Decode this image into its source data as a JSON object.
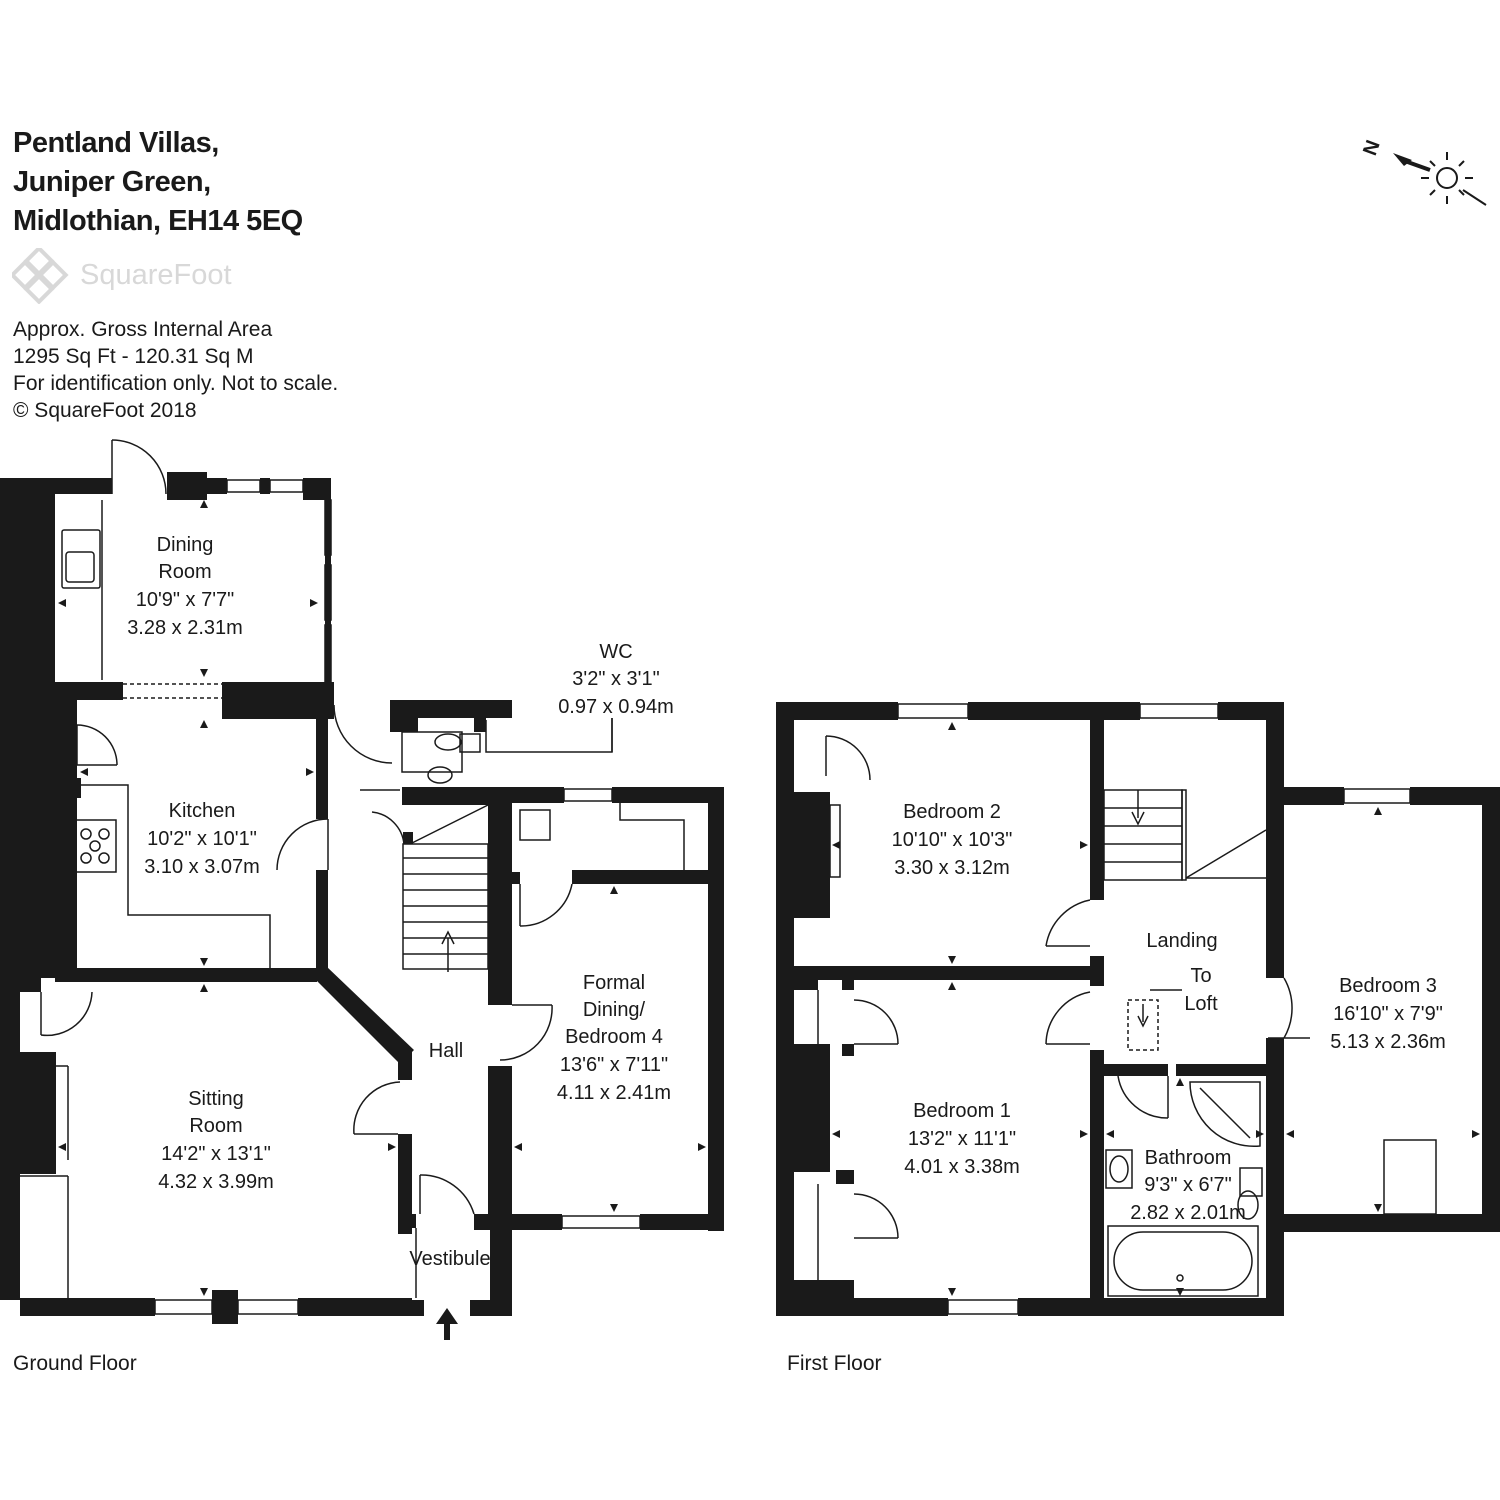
{
  "header": {
    "address_line1": "Pentland Villas,",
    "address_line2": "Juniper Green,",
    "address_line3": "Midlothian, EH14 5EQ"
  },
  "logo": {
    "text": "SquareFoot"
  },
  "info": {
    "line1": "Approx. Gross Internal Area",
    "line2": "1295 Sq Ft  -  120.31 Sq M",
    "line3": "For identification only. Not to scale.",
    "line4": "© SquareFoot 2018"
  },
  "compass": {
    "letter": "N"
  },
  "floors": {
    "ground": {
      "label": "Ground Floor"
    },
    "first": {
      "label": "First Floor"
    }
  },
  "rooms": {
    "dining": {
      "name1": "Dining",
      "name2": "Room",
      "imperial": "10'9\" x 7'7\"",
      "metric": "3.28 x 2.31m"
    },
    "kitchen": {
      "name": "Kitchen",
      "imperial": "10'2\" x 10'1\"",
      "metric": "3.10 x 3.07m"
    },
    "wc": {
      "name": "WC",
      "imperial": "3'2\" x 3'1\"",
      "metric": "0.97 x 0.94m"
    },
    "sitting": {
      "name1": "Sitting",
      "name2": "Room",
      "imperial": "14'2\" x 13'1\"",
      "metric": "4.32 x 3.99m"
    },
    "hall": {
      "name": "Hall"
    },
    "vestibule": {
      "name": "Vestibule"
    },
    "formal": {
      "name1": "Formal",
      "name2": "Dining/",
      "name3": "Bedroom 4",
      "imperial": "13'6\" x 7'11\"",
      "metric": "4.11 x 2.41m"
    },
    "bedroom2": {
      "name": "Bedroom 2",
      "imperial": "10'10\" x 10'3\"",
      "metric": "3.30 x 3.12m"
    },
    "landing": {
      "name": "Landing"
    },
    "loft": {
      "line1": "To",
      "line2": "Loft"
    },
    "bedroom1": {
      "name": "Bedroom 1",
      "imperial": "13'2\" x 11'1\"",
      "metric": "4.01 x 3.38m"
    },
    "bathroom": {
      "name": "Bathroom",
      "imperial": "9'3\" x 6'7\"",
      "metric": "2.82 x 2.01m"
    },
    "bedroom3": {
      "name": "Bedroom 3",
      "imperial": "16'10\" x 7'9\"",
      "metric": "5.13 x 2.36m"
    }
  }
}
